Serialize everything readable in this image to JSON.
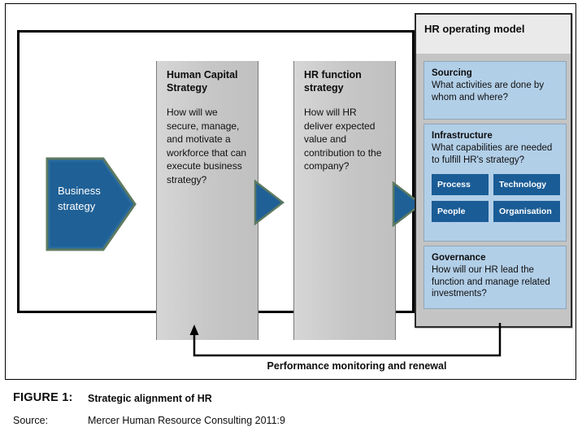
{
  "figure": {
    "label": "FIGURE 1:",
    "title": "Strategic alignment of HR",
    "source_label": "Source:",
    "source_text": "Mercer Human Resource Consulting 2011:9"
  },
  "diagram": {
    "business_strategy": {
      "label": "Business strategy"
    },
    "columns": [
      {
        "title": "Human Capital Strategy",
        "body": "How will we secure, manage, and motivate a workforce that can execute business strategy?"
      },
      {
        "title": "HR function strategy",
        "body": "How will HR deliver expected value and contribution to the company?"
      }
    ],
    "operating_model": {
      "title": "HR operating model",
      "cards": [
        {
          "title": "Sourcing",
          "body": "What activities are done by whom and where?"
        },
        {
          "title": "Infrastructure",
          "body": "What capabilities are needed to fulfill HR's strategy?"
        },
        {
          "title": "Governance",
          "body": "How will our HR lead the function and manage related investments?"
        }
      ],
      "capabilities": [
        "Process",
        "Technology",
        "People",
        "Organisation"
      ]
    },
    "feedback": {
      "label": "Performance monitoring and renewal"
    }
  },
  "colors": {
    "arrow_blue": "#1f6096",
    "chip_blue": "#1a5c96",
    "card_blue": "#b2cfe8",
    "column_gray": "#c8c8c8",
    "panel_gray": "#c4c4c4",
    "panel_header_gray": "#eaeaea",
    "frame_black": "#000000"
  }
}
